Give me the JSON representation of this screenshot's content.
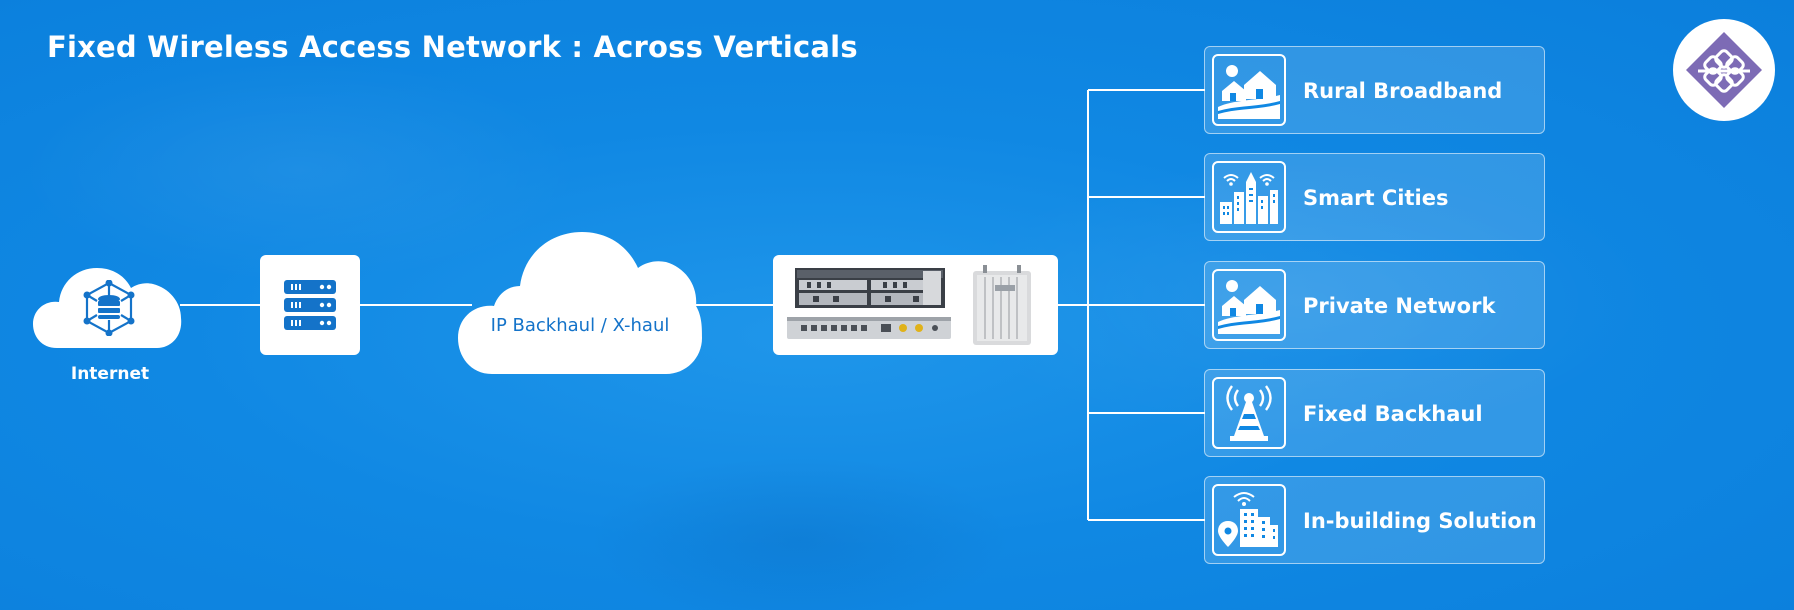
{
  "title": "Fixed Wireless Access Network : Across Verticals",
  "nodes": {
    "internet": {
      "label": "Internet",
      "icon": "database-network-icon"
    },
    "server": {
      "icon": "server-rack-icon"
    },
    "ip_backhaul": {
      "label": "IP Backhaul / X-haul"
    },
    "equipment": {
      "icon": "base-station-equipment-icon"
    }
  },
  "verticals": [
    {
      "label": "Rural Broadband",
      "icon": "rural-houses-icon"
    },
    {
      "label": "Smart Cities",
      "icon": "smart-city-icon"
    },
    {
      "label": "Private Network",
      "icon": "houses-icon"
    },
    {
      "label": "Fixed Backhaul",
      "icon": "radio-tower-icon"
    },
    {
      "label": "In-building Solution",
      "icon": "building-location-icon"
    }
  ],
  "logo": {
    "icon": "knot-logo-icon"
  },
  "colors": {
    "background": "#1088e3",
    "accent": "#1473c9",
    "logo": "#7d6bb5",
    "line": "#ffffff"
  }
}
